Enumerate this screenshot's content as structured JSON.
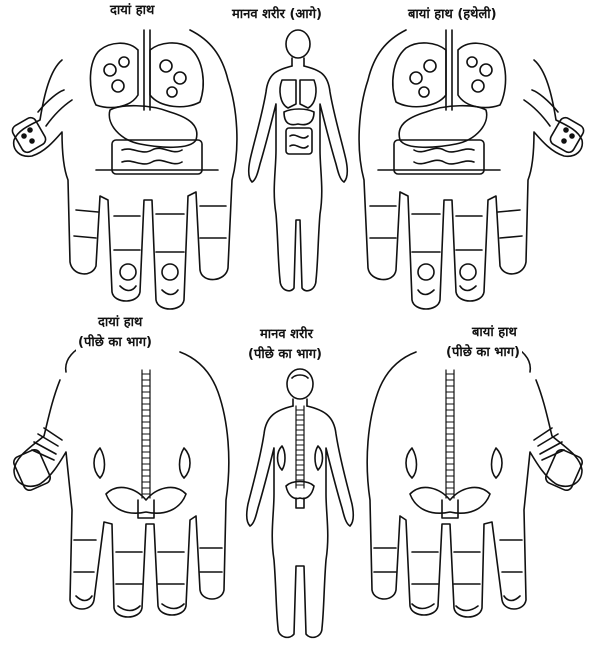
{
  "front": {
    "right_hand_title": "दायां हाथ",
    "body_title": "मानव शरीर (आगे)",
    "left_hand_title": "बायां हाथ (हथेली)"
  },
  "back": {
    "right_hand_title_line1": "दायां हाथ",
    "right_hand_title_line2": "(पीछे का भाग)",
    "body_title_line1": "मानव शरीर",
    "body_title_line2": "(पीछे का भाग)",
    "left_hand_title_line1": "बायां हाथ",
    "left_hand_title_line2": "(पीछे का भाग)"
  },
  "colors": {
    "ink": "#111111",
    "paper": "#ffffff"
  }
}
